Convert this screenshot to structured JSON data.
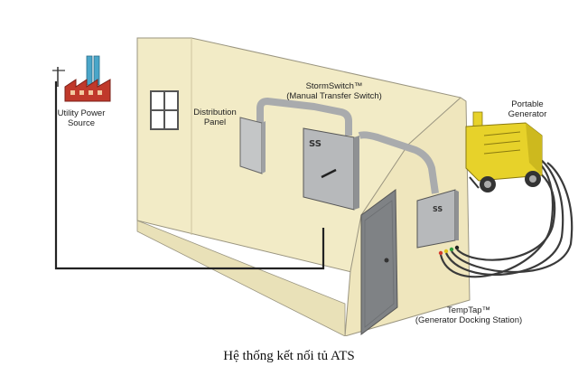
{
  "labels": {
    "utility_line1": "Utility Power",
    "utility_line2": "Source",
    "distribution_line1": "Distribution",
    "distribution_line2": "Panel",
    "stormswitch_line1": "StormSwitch™",
    "stormswitch_line2": "(Manual Transfer Switch)",
    "generator_line1": "Portable",
    "generator_line2": "Generator",
    "temptap_line1": "TempTap™",
    "temptap_line2": "(Generator Docking Station)"
  },
  "caption": "Hệ thống kết nối tủ ATS",
  "colors": {
    "wall": "#f2ebc6",
    "wall_edge": "#8a8a7a",
    "panel": "#b9bbbc",
    "conduit": "#a9abad",
    "door": "#7f8285",
    "generator": "#e7d22a",
    "cable": "#3a3a3a"
  }
}
